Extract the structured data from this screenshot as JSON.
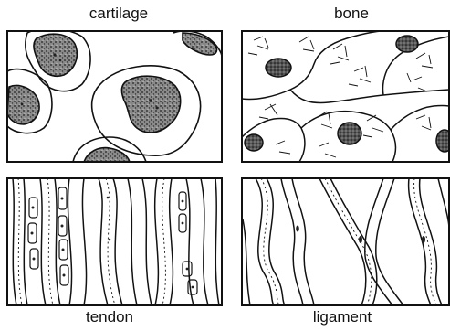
{
  "panels": {
    "cartilage": {
      "label": "cartilage"
    },
    "bone": {
      "label": "bone"
    },
    "tendon": {
      "label": "tendon"
    },
    "ligament": {
      "label": "ligament"
    }
  },
  "colors": {
    "ink": "#111111",
    "stipple": "#555555",
    "background": "#ffffff"
  }
}
